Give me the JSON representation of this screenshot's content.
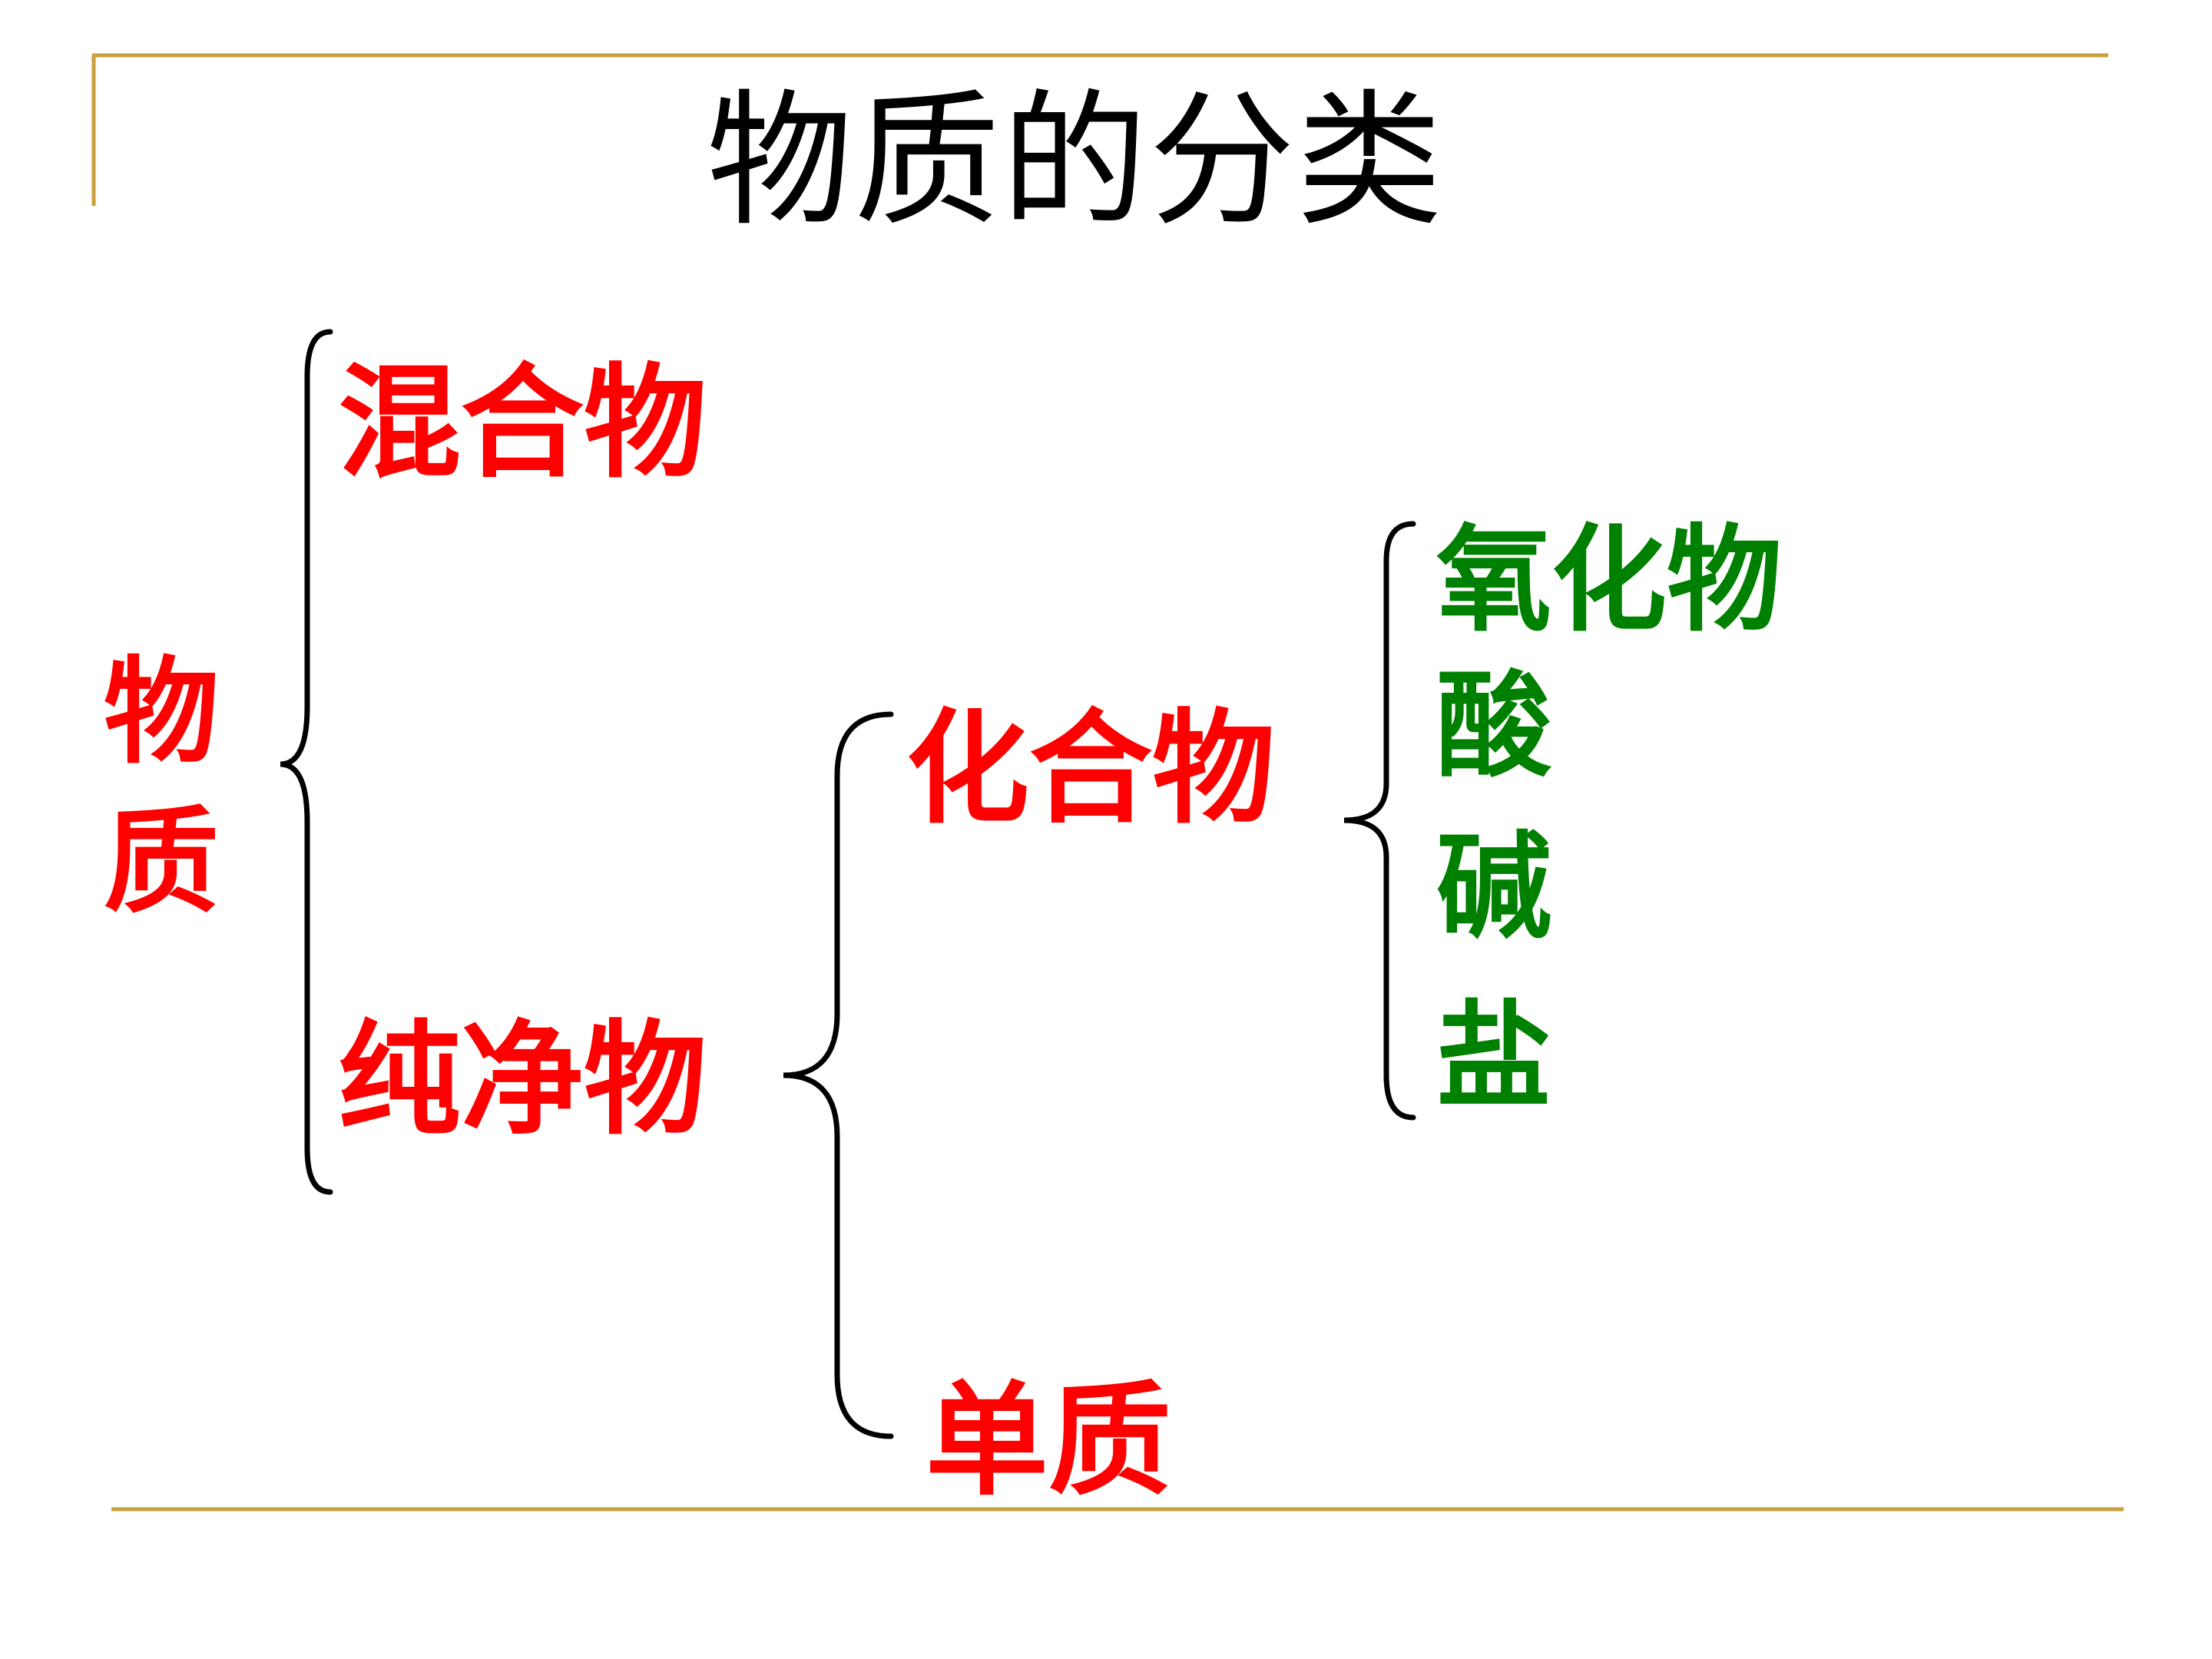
{
  "title": "物质的分类",
  "root": {
    "label": "物质"
  },
  "level1": {
    "mixture": "混合物",
    "pure": "纯净物"
  },
  "level2": {
    "compound": "化合物",
    "element": "单质"
  },
  "level3": {
    "oxide": "氧化物",
    "acid": "酸",
    "base": "碱",
    "salt": "盐"
  },
  "colors": {
    "title": "#000000",
    "red_node": "#ff0000",
    "green_node": "#008000",
    "bracket": "#000000",
    "rule": "#c8a03c"
  }
}
